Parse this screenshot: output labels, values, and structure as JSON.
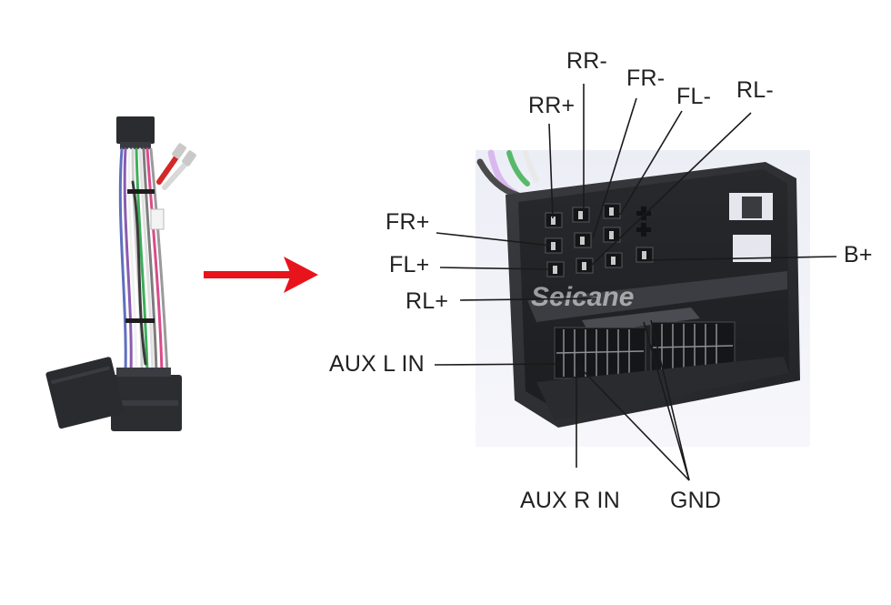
{
  "labels": {
    "rr_minus": "RR-",
    "fr_minus": "FR-",
    "fl_minus": "FL-",
    "rl_minus": "RL-",
    "rr_plus": "RR+",
    "fr_plus": "FR+",
    "fl_plus": "FL+",
    "rl_plus": "RL+",
    "b_plus": "B+",
    "aux_l_in": "AUX L IN",
    "aux_r_in": "AUX R IN",
    "gnd": "GND"
  },
  "watermark": "Seicane",
  "colors": {
    "arrow": "#e8141c",
    "connector": "#2e3033",
    "leader": "#1a1a1a",
    "text": "#222222"
  }
}
